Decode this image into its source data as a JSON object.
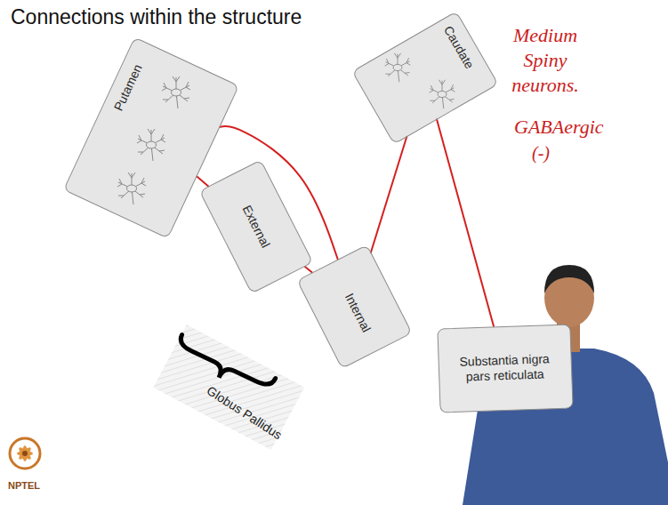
{
  "diagram": {
    "title": "Connections within the structure",
    "nodes": [
      {
        "text": [
          "Putamen"
        ]
      },
      {
        "text": [
          "External"
        ]
      },
      {
        "text": [
          "Internal"
        ]
      },
      {
        "text": [
          "Caudate"
        ]
      },
      {
        "text": [
          "Substantia nigra pars reticulata"
        ]
      }
    ],
    "edges": [
      {
        "from": 0,
        "to": 1,
        "arrow": "none"
      },
      {
        "from": 0,
        "to": 2,
        "arrow": "none"
      },
      {
        "from": 1,
        "to": 2,
        "arrow": "none"
      },
      {
        "from": 3,
        "to": 2,
        "arrow": "none"
      },
      {
        "from": 3,
        "to": 4,
        "arrow": "none"
      }
    ],
    "labels": [
      "Globus Pallidus",
      "Medium Spiny neurons.",
      "GABAergic",
      "(-)",
      "NPTEL"
    ]
  }
}
